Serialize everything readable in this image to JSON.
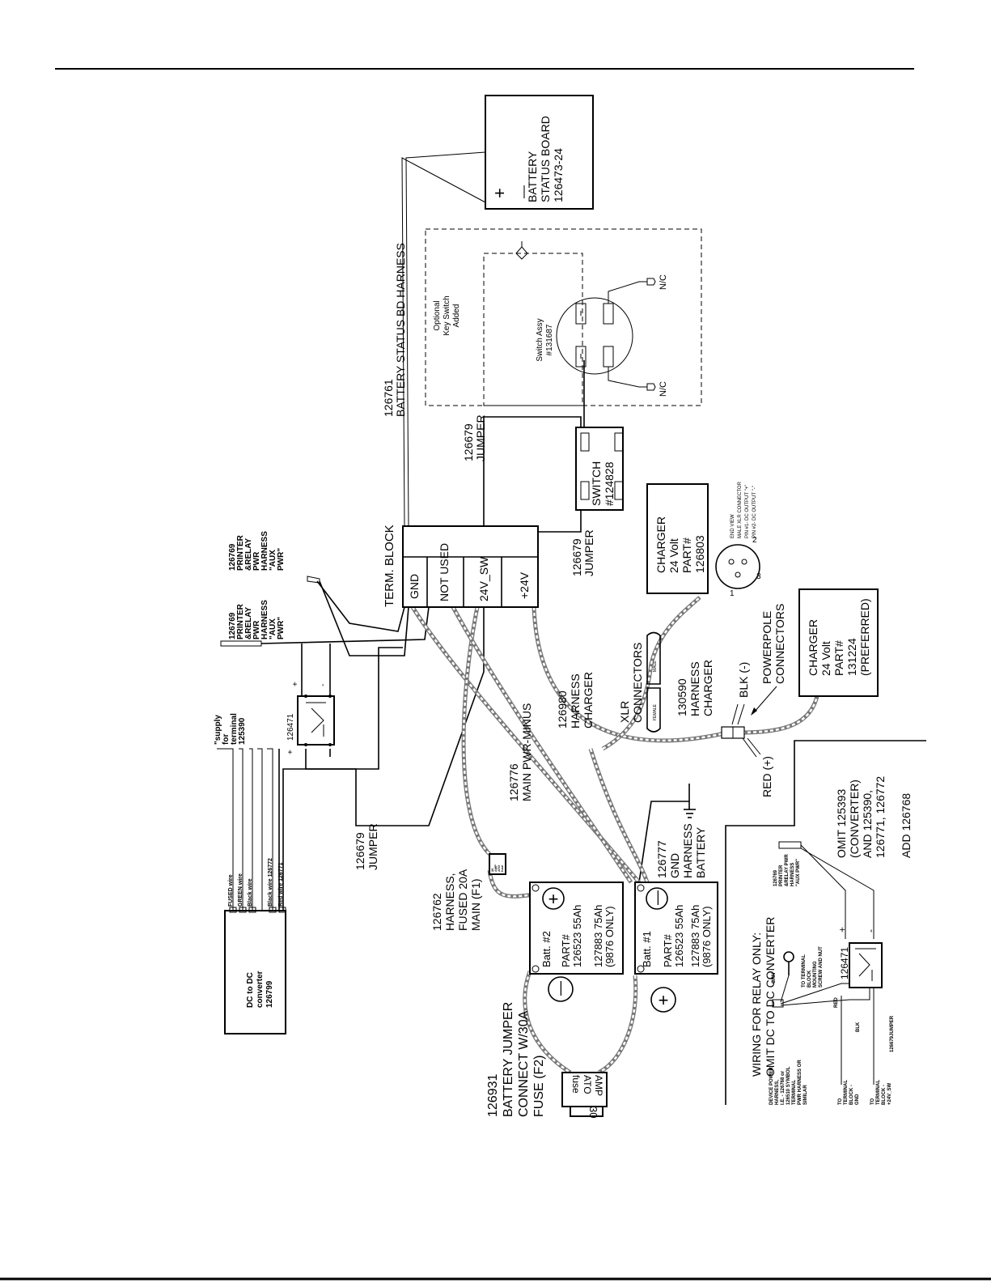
{
  "battery_status_board": {
    "plus": "+",
    "minus": "—",
    "lines": [
      "BATTERY",
      "STATUS BOARD",
      "126473-24"
    ]
  },
  "status_harness": {
    "lines": [
      "126761",
      "BATTERY STATUS BD HARNESS"
    ]
  },
  "optional_key_switch": {
    "lines": [
      "Optional",
      "Key Switch",
      "Added"
    ]
  },
  "switch_assy": {
    "lines": [
      "Switch Assy",
      "#131687"
    ]
  },
  "nc_top": "N/C",
  "nc_bottom": "N/C",
  "jumper_top": {
    "lines": [
      "126679",
      "JUMPER"
    ]
  },
  "switch_124828": {
    "lines": [
      "SWITCH",
      "#124828"
    ]
  },
  "jumper_mid": {
    "lines": [
      "126679",
      "JUMPER"
    ]
  },
  "terminal_block": {
    "title": "TERM. BLOCK",
    "cells": [
      "GND",
      "NOT USED",
      "24V_SW",
      "+24V"
    ]
  },
  "charger_126803": {
    "lines": [
      "CHARGER",
      "24 Volt",
      "PART#",
      "126803"
    ]
  },
  "xlr_end_view": {
    "lines": [
      "END VIEW",
      "MALE XLR CONNECTOR",
      "PIN #1- DC OUTPUT \"+\"",
      "PIN #2- DC OUTPUT \"-\""
    ],
    "pins": [
      "1",
      "2",
      "3"
    ]
  },
  "charger_131224": {
    "lines": [
      "CHARGER",
      "24 Volt",
      "PART#",
      "131224",
      "(PREFERRED)"
    ]
  },
  "powerpole": {
    "lines": [
      "POWERPOLE",
      "CONNECTORS"
    ]
  },
  "blk_label": "BLK (-)",
  "red_label": "RED (+)",
  "harness_126980": {
    "lines": [
      "126980",
      "HARNESS",
      "CHARGER"
    ]
  },
  "xlr_connectors": {
    "lines": [
      "XLR",
      "CONNECTORS"
    ],
    "male": "MALE",
    "female": "FEMALE"
  },
  "harness_130590": {
    "lines": [
      "130590",
      "HARNESS",
      "CHARGER"
    ]
  },
  "main_pwr_minus": {
    "lines": [
      "126776",
      "MAIN PWR-MINUS"
    ]
  },
  "gnd_harness": {
    "lines": [
      "126777",
      "GND",
      "HARNESS",
      "BATTERY"
    ]
  },
  "printer_relay_1": {
    "lines": [
      "126769",
      "PRINTER",
      "&RELAY",
      "PWR",
      "HARNESS",
      "\"AUX",
      "PWR\""
    ]
  },
  "printer_relay_2": {
    "lines": [
      "126769",
      "PRINTER",
      "&RELAY",
      "PWR",
      "HARNESS",
      "\"AUX",
      "PWR\""
    ]
  },
  "supply": {
    "lines": [
      "\"supply",
      "for",
      "terminal",
      "125390"
    ]
  },
  "relay_main": {
    "label": "126471",
    "plus": "+",
    "minus": "-"
  },
  "wire_labels": [
    "FUSED wire",
    "GREEN wire",
    "Black wire",
    "Black wire 126772",
    "Red wire 126771"
  ],
  "dc_converter": {
    "lines": [
      "DC to DC",
      "converter",
      "126799"
    ]
  },
  "jumper_bottom": {
    "lines": [
      "126679",
      "JUMPER"
    ]
  },
  "fused_harness": {
    "lines": [
      "126762",
      "HARNESS,",
      "FUSED 20A",
      "MAIN (F1)"
    ]
  },
  "fuse20": {
    "lines": [
      "20",
      "AMP",
      "ATO",
      "fuse"
    ]
  },
  "batt2": {
    "lines": [
      "Batt. #2",
      "PART#",
      "126523 55Ah",
      "127883 75Ah",
      "(9876 ONLY)"
    ],
    "plus": "+",
    "minus": "—"
  },
  "batt1": {
    "lines": [
      "Batt. #1",
      "PART#",
      "126523 55Ah",
      "127883 75Ah",
      "(9876 ONLY)"
    ],
    "plus": "+",
    "minus": "—"
  },
  "battery_jumper": {
    "lines": [
      "126931",
      "BATTERY JUMPER",
      "CONNECT W/30A",
      "FUSE (F2)"
    ]
  },
  "fuse30": {
    "lines": [
      "30",
      "AMP",
      "ATO",
      "fuse"
    ]
  },
  "inset_title": {
    "lines": [
      "WIRING FOR RELAY ONLY:",
      "OMIT DC TO DC CONVERTER"
    ]
  },
  "omit_note": {
    "lines": [
      "OMIT 125393",
      "(CONVERTER)",
      "AND 125390,",
      "126771, 126772"
    ]
  },
  "add_note": "ADD 126768",
  "inset_printer": {
    "lines": [
      "126769",
      "PRINTER",
      "&RELAY PWR",
      "HARNESS",
      "\"AUX PWR\""
    ]
  },
  "inset_terminal": {
    "lines": [
      "TO TERMINAL",
      "BLOCK",
      "MOUNTING",
      "SCREW AND NUT"
    ]
  },
  "inset_grn": "GRN",
  "inset_relay": {
    "label": "126471",
    "plus": "+",
    "minus": "-"
  },
  "inset_red": "RED",
  "inset_blk": "BLK",
  "inset_device": {
    "lines": [
      "DEVICE POWER",
      "HARNESS,",
      "I.E. - 126768 or",
      "126510 SYMBOL",
      "TERMINAL",
      "PWR HARNESS OR",
      "SIMILAR"
    ]
  },
  "inset_to_gnd": {
    "lines": [
      "TO",
      "TERMINAL",
      "BLOCK -",
      "GND"
    ]
  },
  "inset_to_24v": {
    "lines": [
      "TO",
      "TERMINAL",
      "BLOCK -",
      "+24V_SW"
    ]
  },
  "inset_jumper": "126679JUMPER"
}
